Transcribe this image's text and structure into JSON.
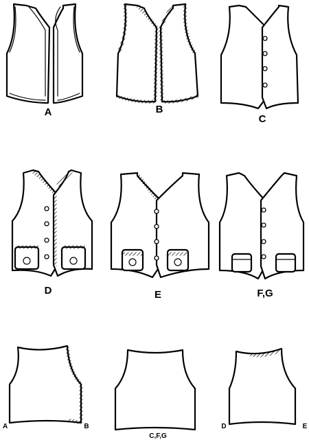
{
  "views": [
    {
      "id": "A",
      "label": "A"
    },
    {
      "id": "B",
      "label": "B"
    },
    {
      "id": "C",
      "label": "C"
    },
    {
      "id": "D",
      "label": "D"
    },
    {
      "id": "E",
      "label": "E"
    },
    {
      "id": "FG",
      "label": "F,G"
    }
  ],
  "back_views": [
    {
      "left_label": "A",
      "right_label": "B"
    },
    {
      "center_label": "C,F,G"
    },
    {
      "left_label": "D",
      "right_label": "E"
    }
  ]
}
